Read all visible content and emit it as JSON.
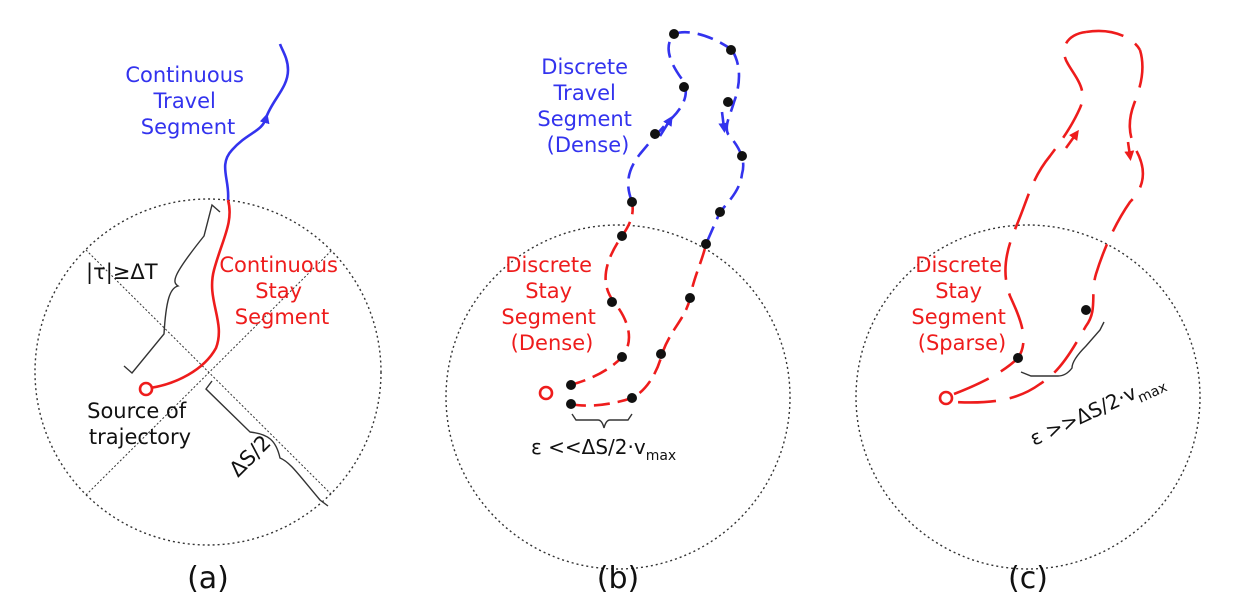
{
  "colors": {
    "travel": "#3333ee",
    "stay": "#ee1c1c",
    "ink": "#111111",
    "circle": "#333333"
  },
  "panel_a": {
    "travel_label": [
      "Continuous",
      "Travel",
      "Segment"
    ],
    "stay_label": [
      "Continuous",
      "Stay",
      "Segment"
    ],
    "tau_label": "|τ|≥ΔT",
    "source_label": [
      "Source of",
      "trajectory"
    ],
    "ds_label": "ΔS/2",
    "caption": "(a)"
  },
  "panel_b": {
    "travel_label": [
      "Discrete",
      "Travel",
      "Segment",
      "(Dense)"
    ],
    "stay_label": [
      "Discrete",
      "Stay",
      "Segment",
      "(Dense)"
    ],
    "eps_prefix": "ε <<ΔS/2·v",
    "eps_sub": "max",
    "caption": "(b)"
  },
  "panel_c": {
    "stay_label": [
      "Discrete",
      "Stay",
      "Segment",
      "(Sparse)"
    ],
    "eps_prefix": "ε >>ΔS/2·v",
    "eps_sub": "max",
    "caption": "(c)"
  }
}
